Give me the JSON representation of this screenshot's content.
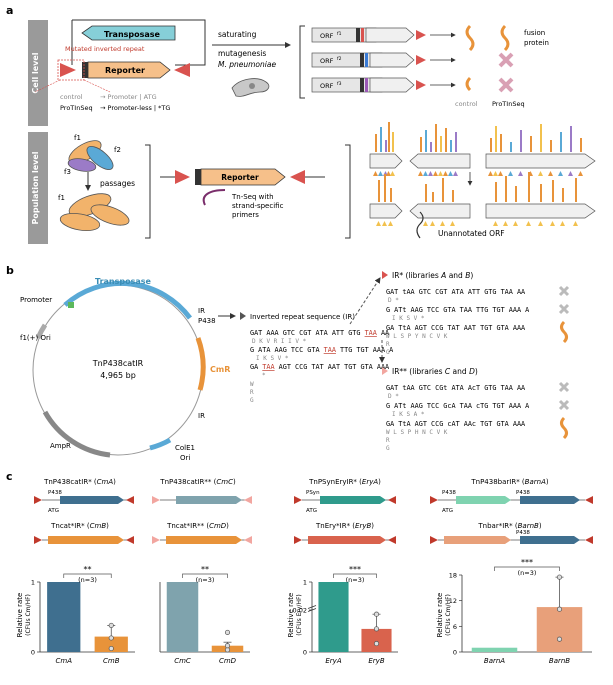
{
  "panel_a": {
    "letter": "a",
    "cell_level_label": "Cell level",
    "population_level_label": "Population level",
    "transposase": "Transposase",
    "mutated_ir": "Mutated inverted repeat",
    "reporter": "Reporter",
    "saturating": "saturating",
    "mutagenesis": "mutagenesis",
    "organism": "M. pneumoniae",
    "orf": "ORF",
    "orf_sup": [
      "f1",
      "f2",
      "f3"
    ],
    "fusion_protein": "fusion\nprotein",
    "control": "control",
    "protinseq": "ProTInSeq",
    "control_line_a": "control",
    "control_line_b": "→ Promoter | ATG",
    "protinseq_line_a": "ProTInSeq",
    "protinseq_line_b": "→ Promoter-less | *TG",
    "f_labels": [
      "f1",
      "f2",
      "f3",
      "f1"
    ],
    "passages": "passages",
    "tnseq_line1": "Tn-Seq with",
    "tnseq_line2": "strand-specific",
    "tnseq_line3": "primers",
    "unannotated": "Unannotated ORF"
  },
  "panel_b": {
    "letter": "b",
    "plasmid_name": "TnP438catIR",
    "plasmid_size": "4,965 bp",
    "features": {
      "transposase": "Transposase",
      "promoter": "Promoter",
      "ir": "IR",
      "p438": "P438",
      "cmr": "CmR",
      "ir2": "IR",
      "f1_ori": "f1(+) Ori",
      "cole1": "ColE1",
      "ori": "Ori",
      "ampr": "AmpR"
    },
    "ir_title": "Inverted repeat sequence (IR)",
    "ir_seq": [
      {
        "pre": "GAT AAA GTC CGT ATA ATT GTG ",
        "stop": "TAA",
        "post": " AA",
        "aa": "D    K    V    R    I    I    V    *"
      },
      {
        "pre": "G ATA AAG TCC GTA ",
        "stop": "TAA",
        "post": " TTG TGT AAA A",
        "aa": "I    K    S    V    *"
      },
      {
        "pre": "GA ",
        "stop": "TAA",
        "post": " AGT CCG TAT AAT TGT GTA AAA",
        "aa": "*"
      }
    ],
    "ir_extra_aa": [
      "W",
      "R",
      "G"
    ],
    "irstar_title": "IR* (libraries ",
    "irstar_A": "A",
    "irstar_and": " and ",
    "irstar_B": "B",
    "irstar_close": ")",
    "irstar_seq": [
      "GAT tAA GTC CGT ATA ATT GTG TAA AA",
      "G ATt AAG TCC GTA TAA TTG TGT AAA A",
      "GA TtA AGT CCG TAT AAT TGT GTA AAA"
    ],
    "irstar_aa": [
      "D  *",
      "I  K  S  V  *",
      "W  L  S  P  Y  N  C  V  K"
    ],
    "irstar2_title": "IR** (libraries ",
    "irstar2_C": "C",
    "irstar2_D": "D",
    "irstar2_seq": [
      "GAT tAA GTC CGt ATA AcT GTG TAA AA",
      "G ATt AAG TCC GcA TAA cTG TGT AAA A",
      "GA TtA AGT CCG cAT AAc TGT GTA AAA"
    ],
    "irstar2_aa": [
      "D  *",
      "I  K  S  A  *",
      "W  L  S  P  H  N  C  V  K"
    ],
    "irstar_extra": [
      "R",
      "G"
    ]
  },
  "panel_c": {
    "letter": "c",
    "constructs": [
      {
        "name": "TnP438catIR* (",
        "lib": "CmA",
        "close": ")",
        "promoter": "P438",
        "start": "ATG"
      },
      {
        "name": "TnP438catIR** (",
        "lib": "CmC",
        "close": ")"
      },
      {
        "name": "TnPSynEryIR* (",
        "lib": "EryA",
        "close": ")",
        "promoter": "PSyn",
        "start": "ATG"
      },
      {
        "name": "TnP438barIR* (",
        "lib": "BarnA",
        "close": ")",
        "promoter": "P438",
        "promoter2": "P438",
        "start": "ATG"
      },
      {
        "name": "Tncat*IR* (",
        "lib": "CmB",
        "close": ")"
      },
      {
        "name": "Tncat*IR** (",
        "lib": "CmD",
        "close": ")"
      },
      {
        "name": "TnEry*IR* (",
        "lib": "EryB",
        "close": ")"
      },
      {
        "name": "Tnbar*IR* (",
        "lib": "BarnB",
        "close": ")",
        "promoter": "P438"
      }
    ],
    "ylabel_cm": "Relative rate",
    "ylabel_cm_sub": "(CFUs Cm/HF)",
    "ylabel_ery": "Relative rate",
    "ylabel_ery_sub": "(CFUs Ery/HF)",
    "ylabel_barn": "Relative rate",
    "ylabel_barn_sub": "(CFUs Cm/HF)"
  },
  "chart_data": [
    {
      "type": "bar",
      "categories": [
        "CmA",
        "CmB"
      ],
      "values": [
        1.0,
        0.22
      ],
      "errors": [
        0,
        0.16
      ],
      "points": [
        [],
        [
          0.05,
          0.2,
          0.38
        ]
      ],
      "ylim": [
        0,
        1
      ],
      "yticks": [
        "0",
        "1"
      ],
      "ylabel": "Relative rate (CFUs Cm/HF)",
      "significance": "**",
      "n": "(n=3)",
      "colors": [
        "#3f6f8f",
        "#e8933a"
      ]
    },
    {
      "type": "bar",
      "categories": [
        "CmC",
        "CmD"
      ],
      "values": [
        1.0,
        0.09
      ],
      "errors": [
        0,
        0.05
      ],
      "points": [
        [],
        [
          0.03,
          0.09,
          0.28
        ]
      ],
      "ylim": [
        0,
        1
      ],
      "yticks": [],
      "significance": "**",
      "n": "(n=3)",
      "colors": [
        "#7fa3ad",
        "#e8933a"
      ]
    },
    {
      "type": "bar",
      "categories": [
        "EryA",
        "EryB"
      ],
      "values": [
        1.0,
        0.011
      ],
      "errors": [
        0,
        0.007
      ],
      "points": [
        [],
        [
          0.004,
          0.011,
          0.018
        ]
      ],
      "ylim": [
        0,
        1
      ],
      "yticks": [
        "0",
        "0.02",
        "1"
      ],
      "ylabel": "Relative rate (CFUs Ery/HF)",
      "significance": "***",
      "n": "(n=3)",
      "colors": [
        "#2f9b8c",
        "#d9634d"
      ]
    },
    {
      "type": "bar",
      "categories": [
        "BarnA",
        "BarnB"
      ],
      "values": [
        1.0,
        10.5
      ],
      "errors": [
        0,
        7.0
      ],
      "points": [
        [],
        [
          3,
          10,
          17.5
        ]
      ],
      "ylim": [
        0,
        18
      ],
      "yticks": [
        "0",
        "6",
        "12",
        "18"
      ],
      "ylabel": "Relative rate (CFUs Cm/HF)",
      "significance": "***",
      "n": "(n=3)",
      "colors": [
        "#7fd3b0",
        "#e8a07a"
      ]
    }
  ]
}
